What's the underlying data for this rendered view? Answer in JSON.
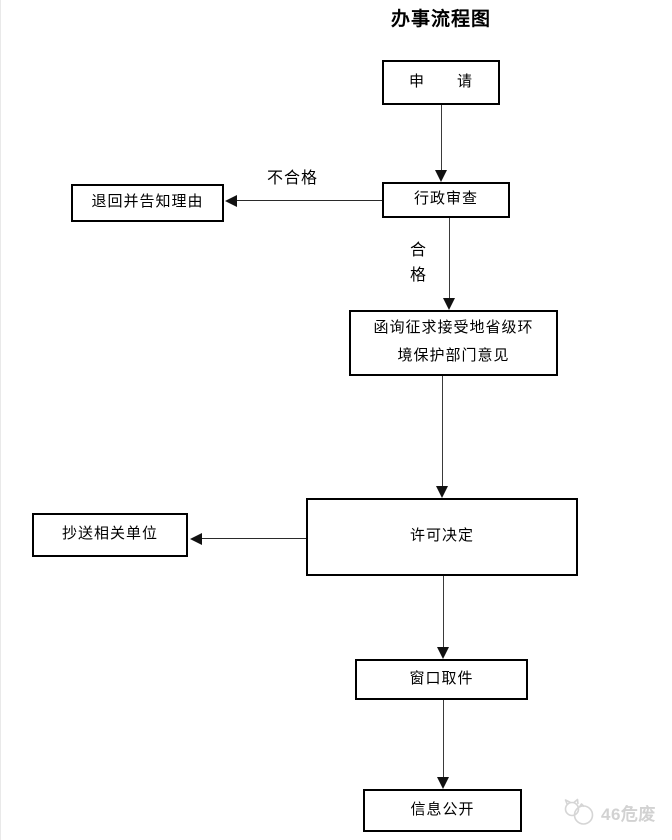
{
  "title": "办事流程图",
  "nodes": {
    "apply": "申　　请",
    "review": "行政审查",
    "return_reason": "退回并告知理由",
    "consult_line1": "函询征求接受地省级环",
    "consult_line2": "境保护部门意见",
    "decision": "许可决定",
    "copy": "抄送相关单位",
    "pickup": "窗口取件",
    "publish": "信息公开"
  },
  "edge_labels": {
    "fail": "不合格",
    "pass_top": "合",
    "pass_bottom": "格"
  },
  "watermark": {
    "text": "46危废"
  },
  "colors": {
    "box_border": "#000000",
    "arrow": "#2a2a2a",
    "watermark": "#d2d2d2",
    "background": "#ffffff"
  }
}
